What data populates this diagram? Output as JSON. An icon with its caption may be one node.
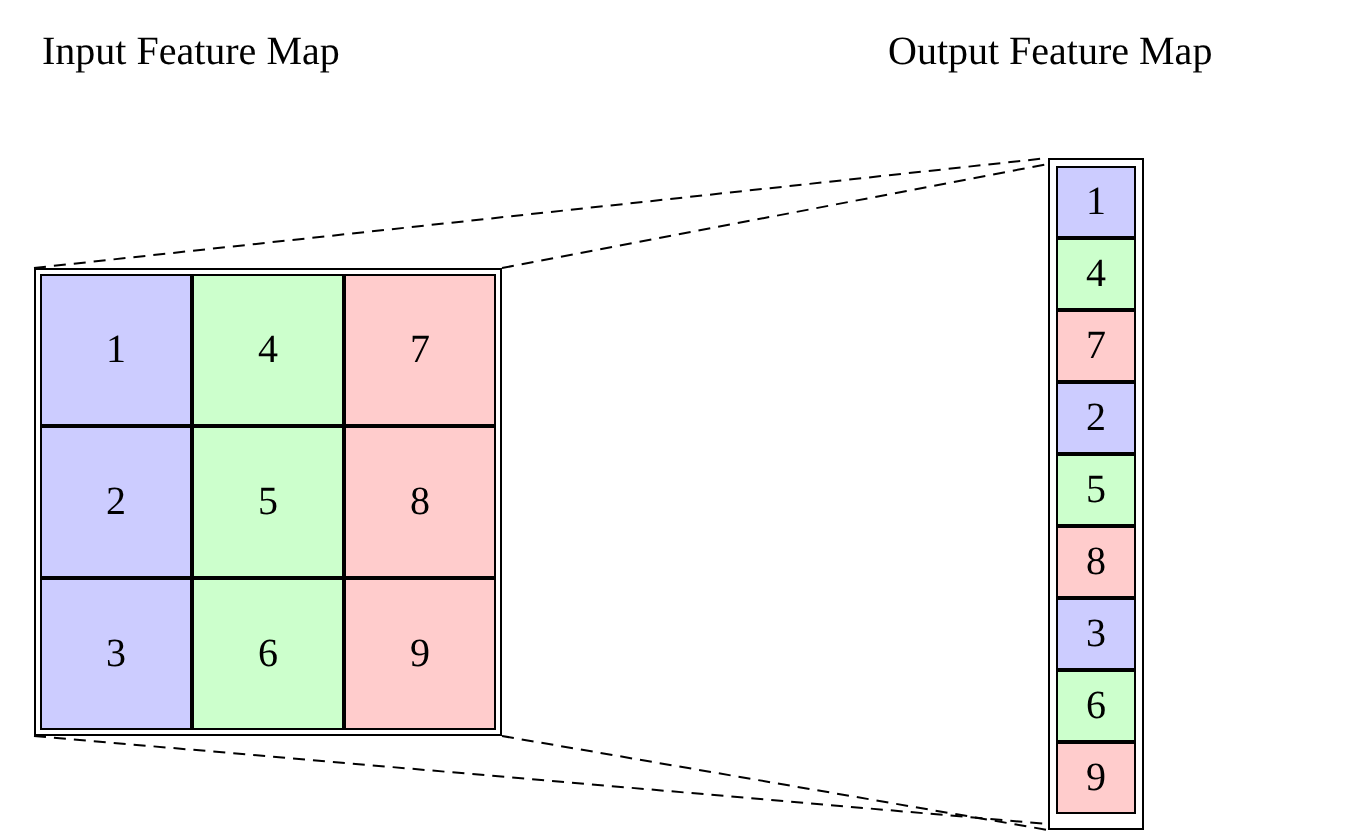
{
  "diagram": {
    "nodes": [
      {
        "text": [
          "Input Feature Map"
        ]
      },
      {
        "text": [
          "1"
        ],
        "in": 0
      },
      {
        "text": [
          "4"
        ],
        "in": 0
      },
      {
        "text": [
          "7"
        ],
        "in": 0
      },
      {
        "text": [
          "2"
        ],
        "in": 0
      },
      {
        "text": [
          "5"
        ],
        "in": 0
      },
      {
        "text": [
          "8"
        ],
        "in": 0
      },
      {
        "text": [
          "3"
        ],
        "in": 0
      },
      {
        "text": [
          "6"
        ],
        "in": 0
      },
      {
        "text": [
          "9"
        ],
        "in": 0
      },
      {
        "text": [
          "Output Feature Map"
        ]
      },
      {
        "text": [
          "1"
        ],
        "in": 10
      },
      {
        "text": [
          "4"
        ],
        "in": 10
      },
      {
        "text": [
          "7"
        ],
        "in": 10
      },
      {
        "text": [
          "2"
        ],
        "in": 10
      },
      {
        "text": [
          "5"
        ],
        "in": 10
      },
      {
        "text": [
          "8"
        ],
        "in": 10
      },
      {
        "text": [
          "3"
        ],
        "in": 10
      },
      {
        "text": [
          "6"
        ],
        "in": 10
      },
      {
        "text": [
          "9"
        ],
        "in": 10
      }
    ],
    "edges": [
      {
        "from": 0,
        "to": 10,
        "arrow": "none",
        "style": "dashed"
      },
      {
        "from": 0,
        "to": 10,
        "arrow": "none",
        "style": "dashed"
      },
      {
        "from": 0,
        "to": 10,
        "arrow": "none",
        "style": "dashed"
      },
      {
        "from": 0,
        "to": 10,
        "arrow": "none",
        "style": "dashed"
      }
    ]
  }
}
